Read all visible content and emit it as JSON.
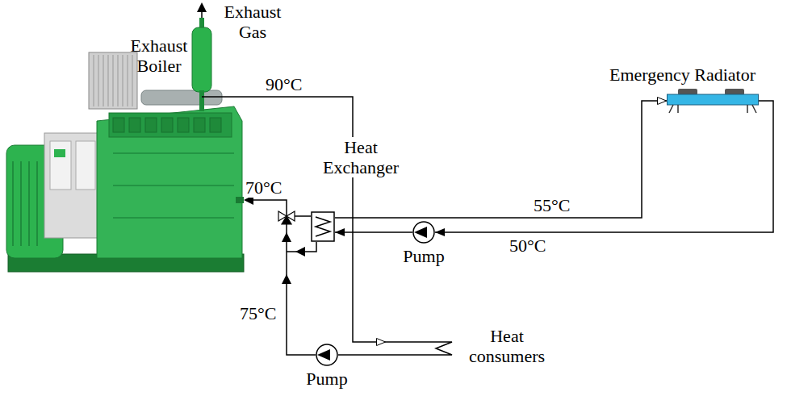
{
  "diagram": {
    "nodes": [
      {
        "text": [
          "Exhaust Boiler"
        ]
      },
      {
        "text": [
          "Heat Exchanger"
        ]
      },
      {
        "text": [
          "Emergency Radiator"
        ]
      },
      {
        "text": [
          "Pump"
        ]
      },
      {
        "text": [
          "Heat consumers"
        ]
      },
      {
        "text": [
          "Pump"
        ]
      }
    ],
    "edges": [
      {
        "from": 0,
        "to": 4,
        "arrow": "to",
        "label": "90°C"
      },
      {
        "from": 1,
        "to": 2,
        "arrow": "to",
        "label": "55°C"
      },
      {
        "from": 2,
        "to": 3,
        "arrow": "to",
        "label": "50°C"
      },
      {
        "from": 3,
        "to": 1,
        "arrow": "to"
      },
      {
        "from": 4,
        "to": 5,
        "arrow": "none"
      }
    ],
    "labels": [
      "Exhaust Gas",
      "70°C",
      "75°C"
    ]
  }
}
